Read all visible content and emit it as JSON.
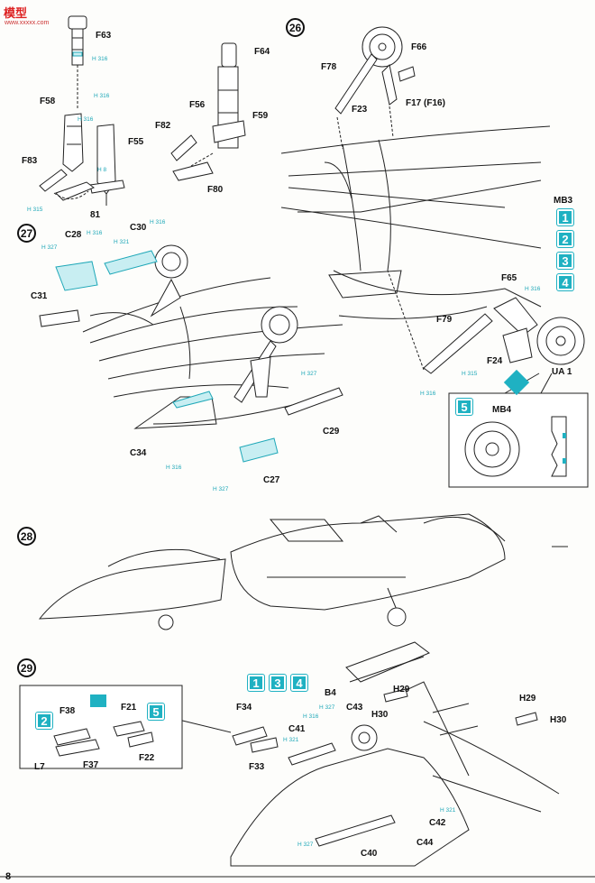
{
  "watermark": {
    "title": "模型",
    "url": "www.xxxxx.com"
  },
  "page_number": "8",
  "steps": {
    "s26": "26",
    "s27": "27",
    "s28": "28",
    "s29": "29"
  },
  "parts": {
    "f63": "F63",
    "f64": "F64",
    "f58": "F58",
    "f56": "F56",
    "f59": "F59",
    "f82": "F82",
    "f55": "F55",
    "f83": "F83",
    "f80": "F80",
    "p81": "81",
    "f78": "F78",
    "f66": "F66",
    "f23": "F23",
    "f17": "F17 (F16)",
    "mb3": "MB3",
    "c28": "C28",
    "c30": "C30",
    "c31": "C31",
    "c34": "C34",
    "c29": "C29",
    "c27": "C27",
    "f65": "F65",
    "f79": "F79",
    "f24": "F24",
    "ua1": "UA 1",
    "mb4": "MB4",
    "b4": "B4",
    "h29a": "H29",
    "h30a": "H30",
    "c43": "C43",
    "h29b": "H29",
    "h30b": "H30",
    "f38": "F38",
    "f21": "F21",
    "f34": "F34",
    "c41": "C41",
    "l7": "L7",
    "f37": "F37",
    "f22": "F22",
    "f33": "F33",
    "c42": "C42",
    "c40": "C40",
    "c44": "C44"
  },
  "paint": {
    "h316": "H 316",
    "h8": "H 8",
    "h315": "H 315",
    "h327": "H 327",
    "h321": "H 321"
  },
  "color_boxes": {
    "n1": "1",
    "n2": "2",
    "n3": "3",
    "n4": "4",
    "n5": "5"
  },
  "colors": {
    "accent": "#1fb1c2",
    "ink": "#222222"
  }
}
